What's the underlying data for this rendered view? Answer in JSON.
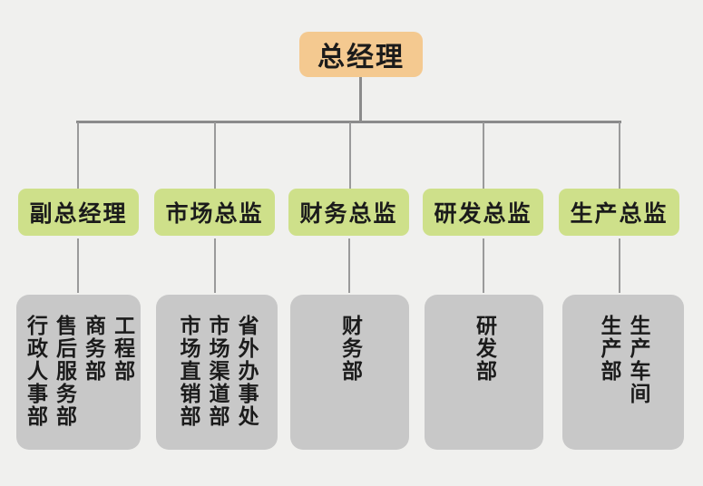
{
  "diagram": {
    "title_node": {
      "label": "总经理"
    },
    "colors": {
      "background": "#f0f0ee",
      "root_box": "#f4c990",
      "director_box": "#cee08a",
      "department_box": "#c8c8c8",
      "connector_line": "#8b8b8b",
      "text": "#1b1b1b"
    },
    "directors": [
      {
        "label": "副总经理"
      },
      {
        "label": "市场总监"
      },
      {
        "label": "财务总监"
      },
      {
        "label": "研发总监"
      },
      {
        "label": "生产总监"
      }
    ],
    "departments": [
      {
        "columns": [
          "工程部",
          "商务部",
          "售后服务部",
          "行政人事部"
        ]
      },
      {
        "columns": [
          "省外办事处",
          "市场渠道部",
          "市场直销部"
        ]
      },
      {
        "columns": [
          "财务部"
        ]
      },
      {
        "columns": [
          "研发部"
        ]
      },
      {
        "columns": [
          "生产车间",
          "生产部"
        ]
      }
    ]
  }
}
